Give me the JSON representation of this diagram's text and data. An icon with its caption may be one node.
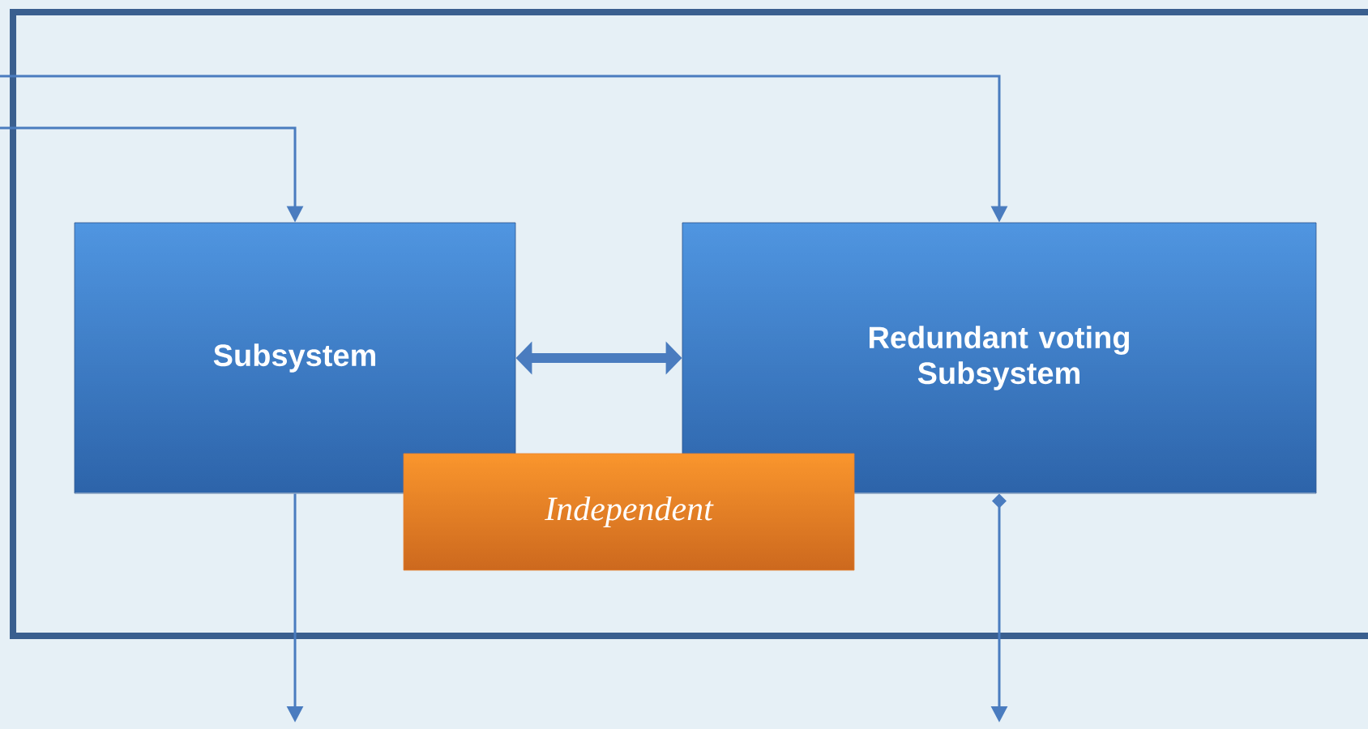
{
  "diagram": {
    "nodes": [
      {
        "text": [],
        "shape": "box"
      },
      {
        "text": [
          "Subsystem"
        ],
        "in": 0
      },
      {
        "text": [
          "Redundant voting Subsystem"
        ],
        "in": 0
      },
      {
        "text": [
          "Independent"
        ],
        "in": 0
      }
    ],
    "edges": [
      {
        "from": null,
        "to": 1,
        "arrow": "to"
      },
      {
        "from": null,
        "to": 2,
        "arrow": "to"
      },
      {
        "from": 1,
        "to": 2,
        "arrow": "both",
        "style": "thick"
      },
      {
        "from": 1,
        "to": null,
        "arrow": "to"
      },
      {
        "from": 2,
        "to": null,
        "arrow": "to"
      }
    ]
  }
}
